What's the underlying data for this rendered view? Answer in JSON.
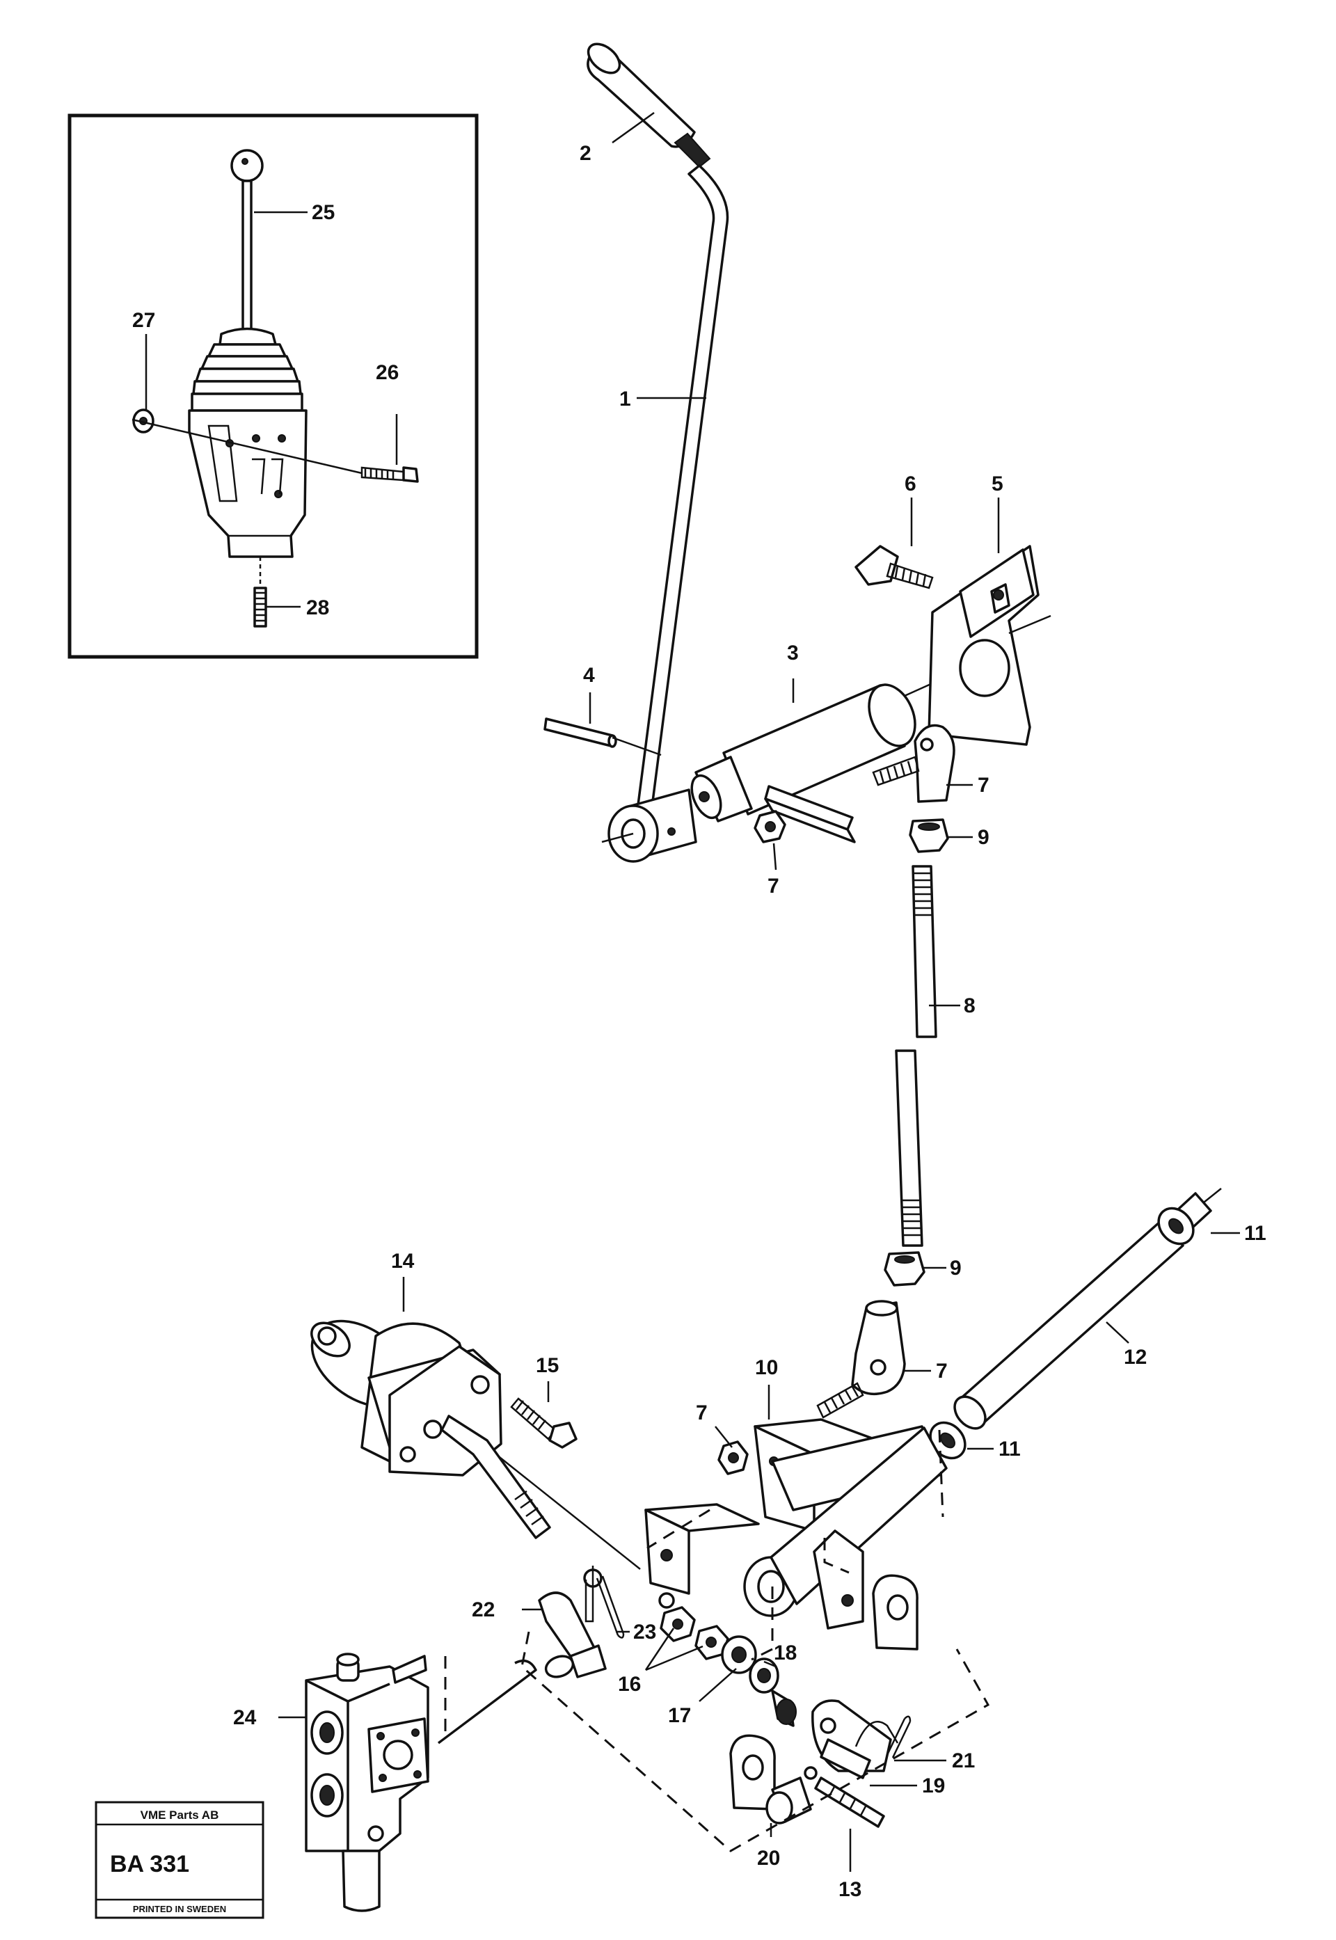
{
  "diagram": {
    "callouts": {
      "c1": "1",
      "c2": "2",
      "c3": "3",
      "c4": "4",
      "c5": "5",
      "c6": "6",
      "c7a": "7",
      "c7b": "7",
      "c7c": "7",
      "c7d": "7",
      "c8": "8",
      "c9a": "9",
      "c9b": "9",
      "c10": "10",
      "c11a": "11",
      "c11b": "11",
      "c12": "12",
      "c13": "13",
      "c14": "14",
      "c15": "15",
      "c16": "16",
      "c17": "17",
      "c18": "18",
      "c19": "19",
      "c20": "20",
      "c21": "21",
      "c22": "22",
      "c23": "23",
      "c24": "24",
      "c25": "25",
      "c26": "26",
      "c27": "27",
      "c28": "28"
    },
    "label": {
      "company": "VME Parts AB",
      "code": "BA 331",
      "printed": "PRINTED IN SWEDEN"
    }
  }
}
